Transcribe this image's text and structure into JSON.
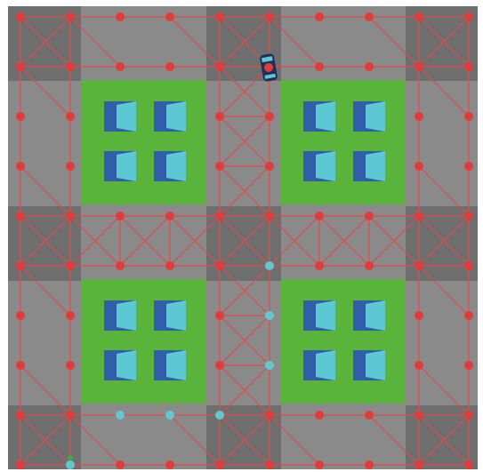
{
  "title": "",
  "colors": {
    "background": "#ffffff",
    "road": "#8a8a8a",
    "intersection": "#6e6e6e",
    "lot": "#5ab33a",
    "building_dark": "#2f5fa9",
    "building_light": "#5cc8d4",
    "edge": "#e34a4a",
    "node": "#e23b3b",
    "node_visited": "#62c7d0",
    "agent_body": "#1f2f57",
    "agent_light": "#e23b3b",
    "goal": "#3eaa43"
  },
  "icons": {
    "agent": "car-icon",
    "goal": "goal-marker-icon",
    "building": "building-icon"
  },
  "nodes": {
    "visited": [
      [
        1,
        9
      ],
      [
        2,
        8
      ],
      [
        3,
        8
      ],
      [
        4,
        8
      ],
      [
        5,
        5
      ],
      [
        5,
        6
      ],
      [
        5,
        7
      ]
    ],
    "agent": [
      5,
      1
    ],
    "goal": [
      1,
      9
    ]
  }
}
